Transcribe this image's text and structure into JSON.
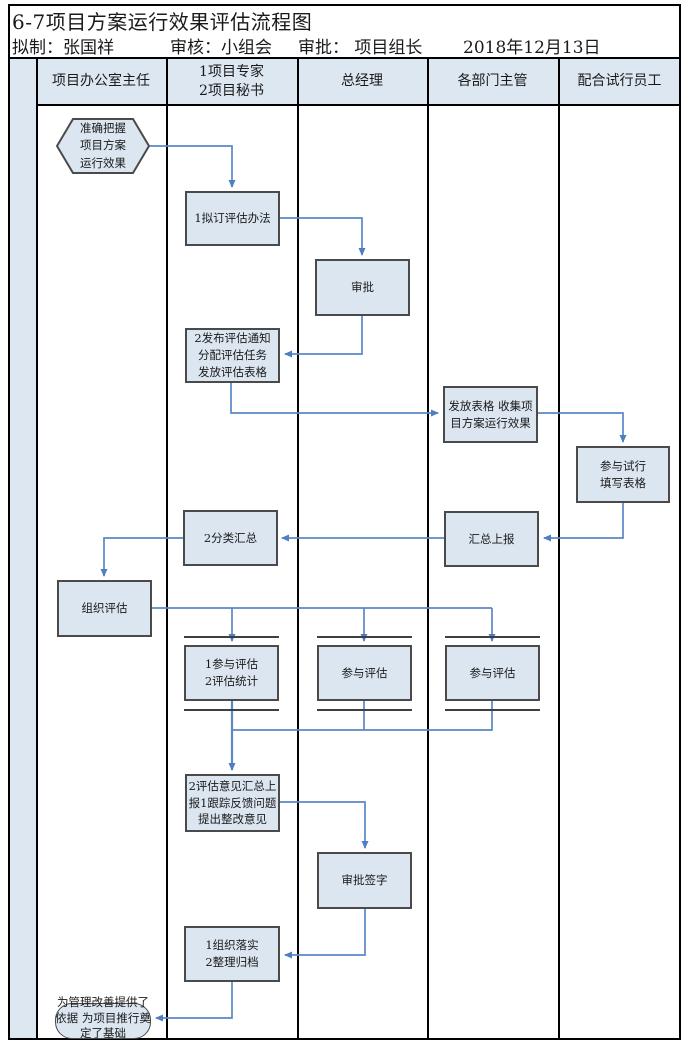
{
  "title": "6-7项目方案运行效果评估流程图",
  "meta": {
    "prepared": "拟制：张国祥",
    "reviewed": "审核：小组会",
    "approved": "审批： 项目组长",
    "date": "2018年12月13日"
  },
  "lanes": [
    "项目办公室主任",
    "1项目专家\n2项目秘书",
    "总经理",
    "各部门主管",
    "配合试行员工"
  ],
  "nodes": {
    "start": "准确把握\n项目方案\n运行效果",
    "draft_method": "1拟订评估办法",
    "approve": "审批",
    "issue_notice": "2发布评估通知\n分配评估任务\n发放评估表格",
    "collect": "发放表格  收集项\n目方案运行效果",
    "trial_fill": "参与试行\n填写表格",
    "report_up": "汇总上报",
    "classify": "2分类汇总",
    "organize_eval": "组织评估",
    "expert_eval": "1参与评估\n2评估统计",
    "gm_eval": "参与评估",
    "dept_eval": "参与评估",
    "feedback": "2评估意见汇总上\n报1跟踪反馈问题\n提出整改意见",
    "sign": "审批签字",
    "implement": "1组织落实\n2整理归档",
    "end": "为管理改善提供了\n依据 为项目推行奠\n定了基础"
  },
  "colors": {
    "node_fill": "#dce6f1",
    "node_border": "#4a4a4a",
    "connector": "#5b87c5",
    "lane_line": "#000000",
    "band_fill": "#dde7f2"
  }
}
